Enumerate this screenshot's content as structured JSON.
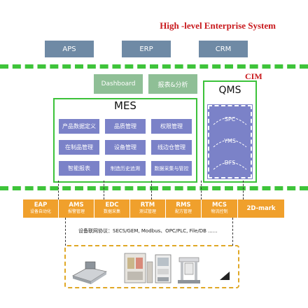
{
  "header": {
    "title": "High -level Enterprise System"
  },
  "top_systems": [
    "APS",
    "ERP",
    "CRM"
  ],
  "cim_label": "CIM",
  "mes_tools": [
    "Dashboard",
    "报表&分析"
  ],
  "mes": {
    "title": "MES",
    "modules": [
      "产品数据定义",
      "品质管理",
      "权限管理",
      "在制品管理",
      "设备管理",
      "线边仓管理",
      "智能报表",
      "制造历史追溯",
      "数据采集与管控"
    ]
  },
  "qms": {
    "title": "QMS",
    "items": [
      "SPC",
      "YMS",
      "DFS"
    ]
  },
  "bottom_systems": [
    {
      "label": "EAP",
      "sub": "设备自动化"
    },
    {
      "label": "AMS",
      "sub": "报警管理"
    },
    {
      "label": "EDC",
      "sub": "数据采集"
    },
    {
      "label": "RTM",
      "sub": "测试管理"
    },
    {
      "label": "RMS",
      "sub": "配方管理"
    },
    {
      "label": "MCS",
      "sub": "物流控制"
    },
    {
      "label": "2D-mark",
      "sub": ""
    }
  ],
  "protocol_text": "设备联网协议：SECS/GEM, Modbus、OPC/PLC, File/DB ......",
  "devices": [
    "desktop-machine",
    "inspection-cabinet",
    "pick-and-place-machine",
    "gantry-machine",
    "small-device"
  ],
  "colors": {
    "title_red": "#c8181c",
    "dash_green": "#3ec43a",
    "steel_blue": "#6f8aa5",
    "module_purple": "#7b82c8",
    "sage_green": "#8fbf96",
    "orange": "#f0a02c",
    "gold": "#e0a826"
  }
}
